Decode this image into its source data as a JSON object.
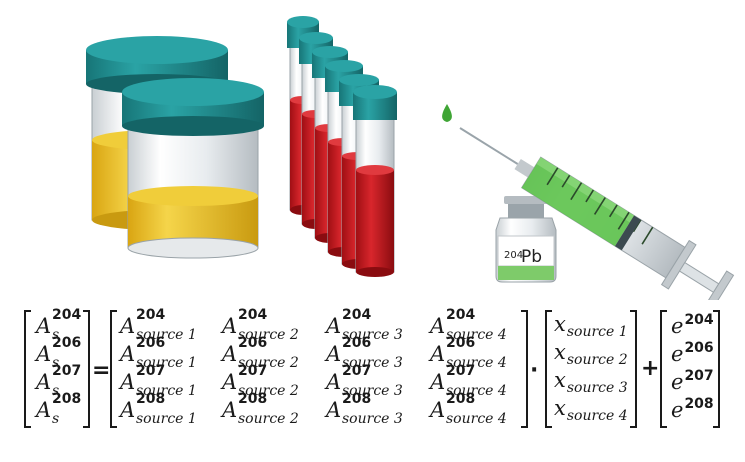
{
  "vial_label": {
    "mass": "204",
    "element": "Pb"
  },
  "equation": {
    "lhs": [
      {
        "base": "A",
        "sub": "s",
        "sup": "204"
      },
      {
        "base": "A",
        "sub": "s",
        "sup": "206"
      },
      {
        "base": "A",
        "sub": "s",
        "sup": "207"
      },
      {
        "base": "A",
        "sub": "s",
        "sup": "208"
      }
    ],
    "equals": "=",
    "matrix": [
      [
        {
          "base": "A",
          "sub": "source 1",
          "sup": "204"
        },
        {
          "base": "A",
          "sub": "source 2",
          "sup": "204"
        },
        {
          "base": "A",
          "sub": "source 3",
          "sup": "204"
        },
        {
          "base": "A",
          "sub": "source 4",
          "sup": "204"
        }
      ],
      [
        {
          "base": "A",
          "sub": "source 1",
          "sup": "206"
        },
        {
          "base": "A",
          "sub": "source 2",
          "sup": "206"
        },
        {
          "base": "A",
          "sub": "source 3",
          "sup": "206"
        },
        {
          "base": "A",
          "sub": "source 4",
          "sup": "206"
        }
      ],
      [
        {
          "base": "A",
          "sub": "source 1",
          "sup": "207"
        },
        {
          "base": "A",
          "sub": "source 2",
          "sup": "207"
        },
        {
          "base": "A",
          "sub": "source 3",
          "sup": "207"
        },
        {
          "base": "A",
          "sub": "source 4",
          "sup": "207"
        }
      ],
      [
        {
          "base": "A",
          "sub": "source 1",
          "sup": "208"
        },
        {
          "base": "A",
          "sub": "source 2",
          "sup": "208"
        },
        {
          "base": "A",
          "sub": "source 3",
          "sup": "208"
        },
        {
          "base": "A",
          "sub": "source 4",
          "sup": "208"
        }
      ]
    ],
    "dot": "·",
    "x_vector": [
      {
        "base": "x",
        "sub": "source 1"
      },
      {
        "base": "x",
        "sub": "source 2"
      },
      {
        "base": "x",
        "sub": "source 3"
      },
      {
        "base": "x",
        "sub": "source 4"
      }
    ],
    "plus": "+",
    "e_vector": [
      {
        "base": "e",
        "sup": "204"
      },
      {
        "base": "e",
        "sup": "206"
      },
      {
        "base": "e",
        "sup": "207"
      },
      {
        "base": "e",
        "sup": "208"
      }
    ]
  },
  "colors": {
    "cap": "#1f8a8c",
    "cap_top": "#2aa3a5",
    "urine": "#e6b820",
    "blood": "#c4161c",
    "syringe_fluid": "#5cc24a",
    "drop": "#3fa535"
  }
}
